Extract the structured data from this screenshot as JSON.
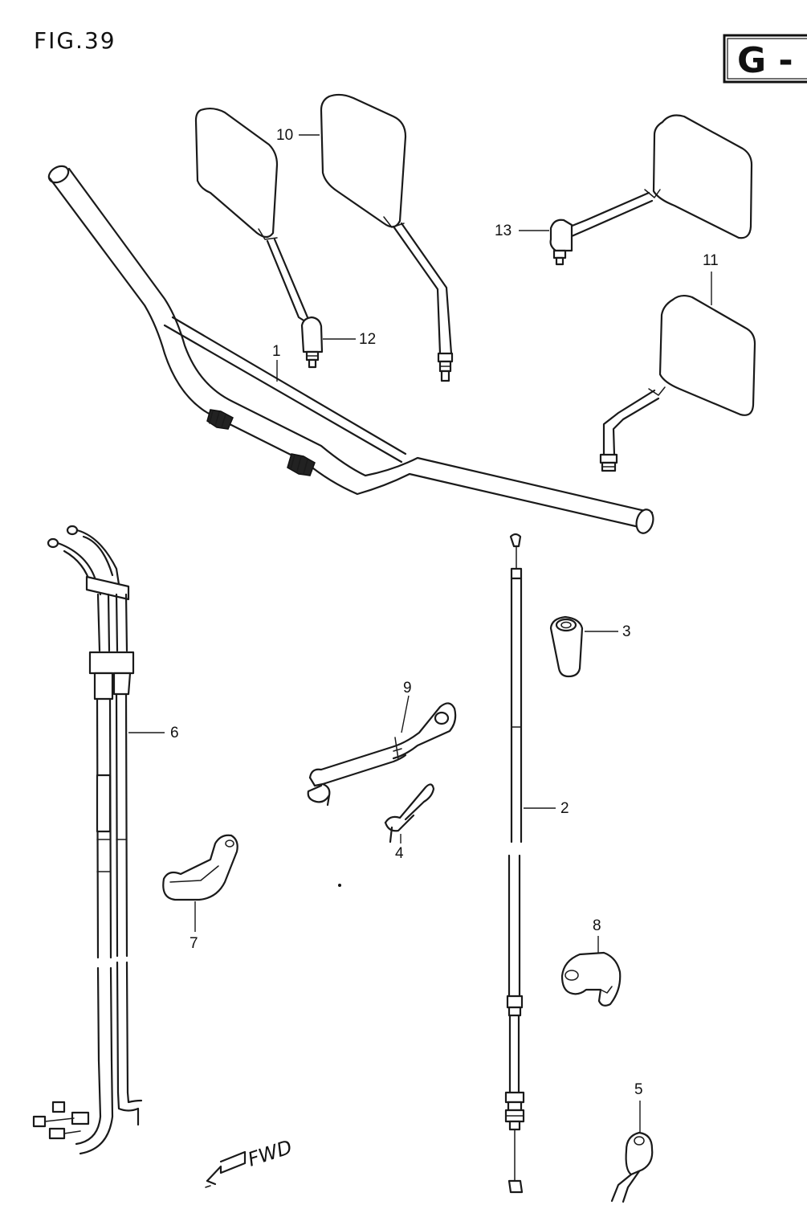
{
  "figure": {
    "title": "FIG.39",
    "group_code": "G -"
  },
  "fwd_label": "FWD",
  "callouts": {
    "p1": "1",
    "p2": "2",
    "p3": "3",
    "p4": "4",
    "p5": "5",
    "p6": "6",
    "p7": "7",
    "p8": "8",
    "p9": "9",
    "p10": "10",
    "p11": "11",
    "p12": "12",
    "p13": "13"
  },
  "parts": [
    {
      "no": "1",
      "name": "handlebar"
    },
    {
      "no": "2",
      "name": "clutch-cable"
    },
    {
      "no": "3",
      "name": "balancer"
    },
    {
      "no": "4",
      "name": "clip"
    },
    {
      "no": "5",
      "name": "clamp"
    },
    {
      "no": "6",
      "name": "throttle-cable-set"
    },
    {
      "no": "7",
      "name": "cable-guide"
    },
    {
      "no": "8",
      "name": "clamp"
    },
    {
      "no": "9",
      "name": "cable-bracket"
    },
    {
      "no": "10",
      "name": "mirror-left"
    },
    {
      "no": "11",
      "name": "mirror-right"
    },
    {
      "no": "12",
      "name": "adapter"
    },
    {
      "no": "13",
      "name": "adapter"
    }
  ]
}
